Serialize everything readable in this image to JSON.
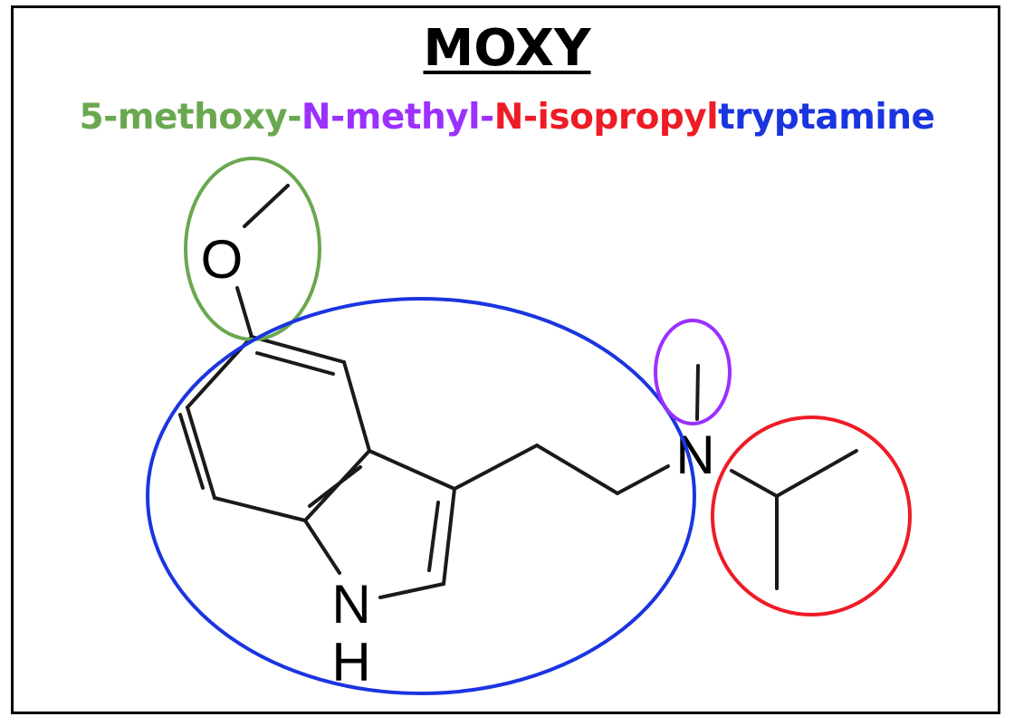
{
  "diagram": {
    "title": "MOXY",
    "name_parts": [
      {
        "text": "5-methoxy-",
        "color": "#6aa84f"
      },
      {
        "text": "N-methyl-",
        "color": "#9b30ff"
      },
      {
        "text": "N-isopropyl",
        "color": "#ee1c25"
      },
      {
        "text": "tryptamine",
        "color": "#1a35e0"
      }
    ],
    "atoms": {
      "oxygen": "O",
      "amine_n": "N",
      "indole_n": "N",
      "indole_h": "H"
    },
    "region_colors": {
      "methoxy": "#6aa84f",
      "n_methyl": "#9b30ff",
      "isopropyl": "#ee1c25",
      "tryptamine": "#1a35e0"
    }
  }
}
